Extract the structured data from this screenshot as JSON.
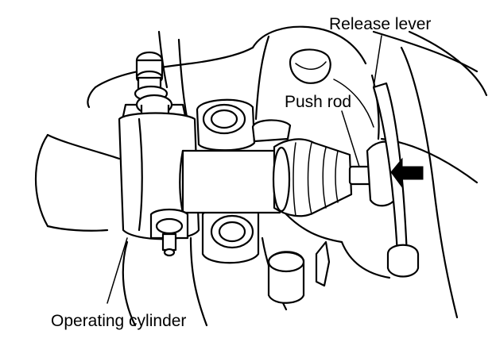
{
  "labels": {
    "release_lever": "Release lever",
    "push_rod": "Push rod",
    "operating_cylinder": "Operating cylinder"
  },
  "colors": {
    "line": "#000000",
    "background": "#ffffff"
  }
}
